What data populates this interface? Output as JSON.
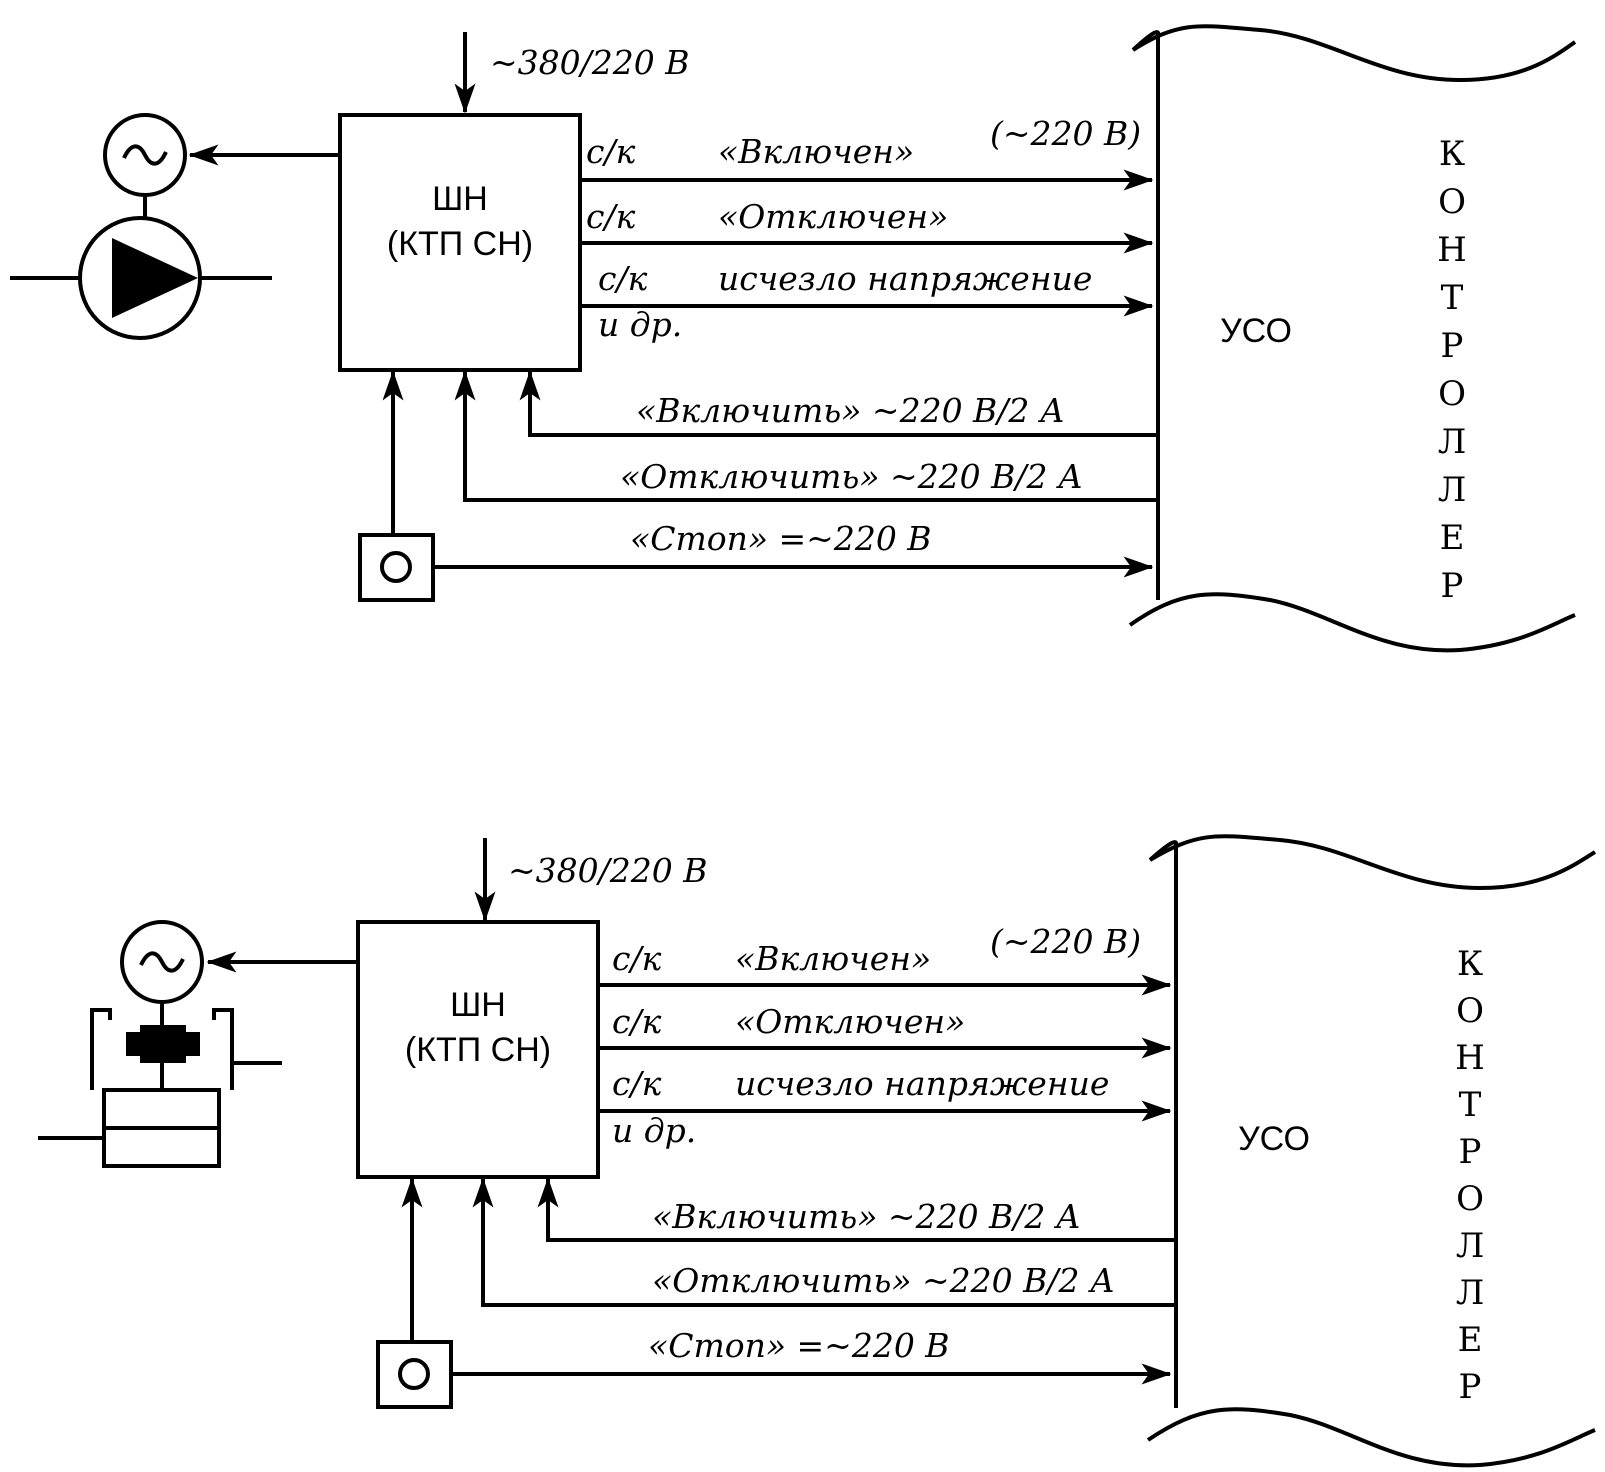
{
  "diagrams": [
    {
      "supply": "~380/220 В",
      "block_line1": "ШН",
      "block_line2": "(КТП СН)",
      "voltage_note": "(~220 В)",
      "signals_out": [
        {
          "contact": "с/к",
          "label": "«Включен»"
        },
        {
          "contact": "с/к",
          "label": "«Отключен»"
        },
        {
          "contact": "с/к",
          "label": "исчезло напряжение"
        }
      ],
      "signals_out_extra": "и др.",
      "commands": [
        {
          "label": "«Включить» ~220 В/2 А"
        },
        {
          "label": "«Отключить» ~220 В/2 А"
        },
        {
          "label": "«Стоп» =~220 В"
        }
      ],
      "uso": "УСО",
      "controller_letters": [
        "К",
        "О",
        "Н",
        "Т",
        "Р",
        "О",
        "Л",
        "Л",
        "Е",
        "Р"
      ],
      "device": "pump"
    },
    {
      "supply": "~380/220 В",
      "block_line1": "ШН",
      "block_line2": "(КТП СН)",
      "voltage_note": "(~220 В)",
      "signals_out": [
        {
          "contact": "с/к",
          "label": "«Включен»"
        },
        {
          "contact": "с/к",
          "label": "«Отключен»"
        },
        {
          "contact": "с/к",
          "label": "исчезло напряжение"
        }
      ],
      "signals_out_extra": "и др.",
      "commands": [
        {
          "label": "«Включить» ~220 В/2 А"
        },
        {
          "label": "«Отключить» ~220 В/2 А"
        },
        {
          "label": "«Стоп» =~220 В"
        }
      ],
      "uso": "УСО",
      "controller_letters": [
        "К",
        "О",
        "Н",
        "Т",
        "Р",
        "О",
        "Л",
        "Л",
        "Е",
        "Р"
      ],
      "device": "valve"
    }
  ]
}
